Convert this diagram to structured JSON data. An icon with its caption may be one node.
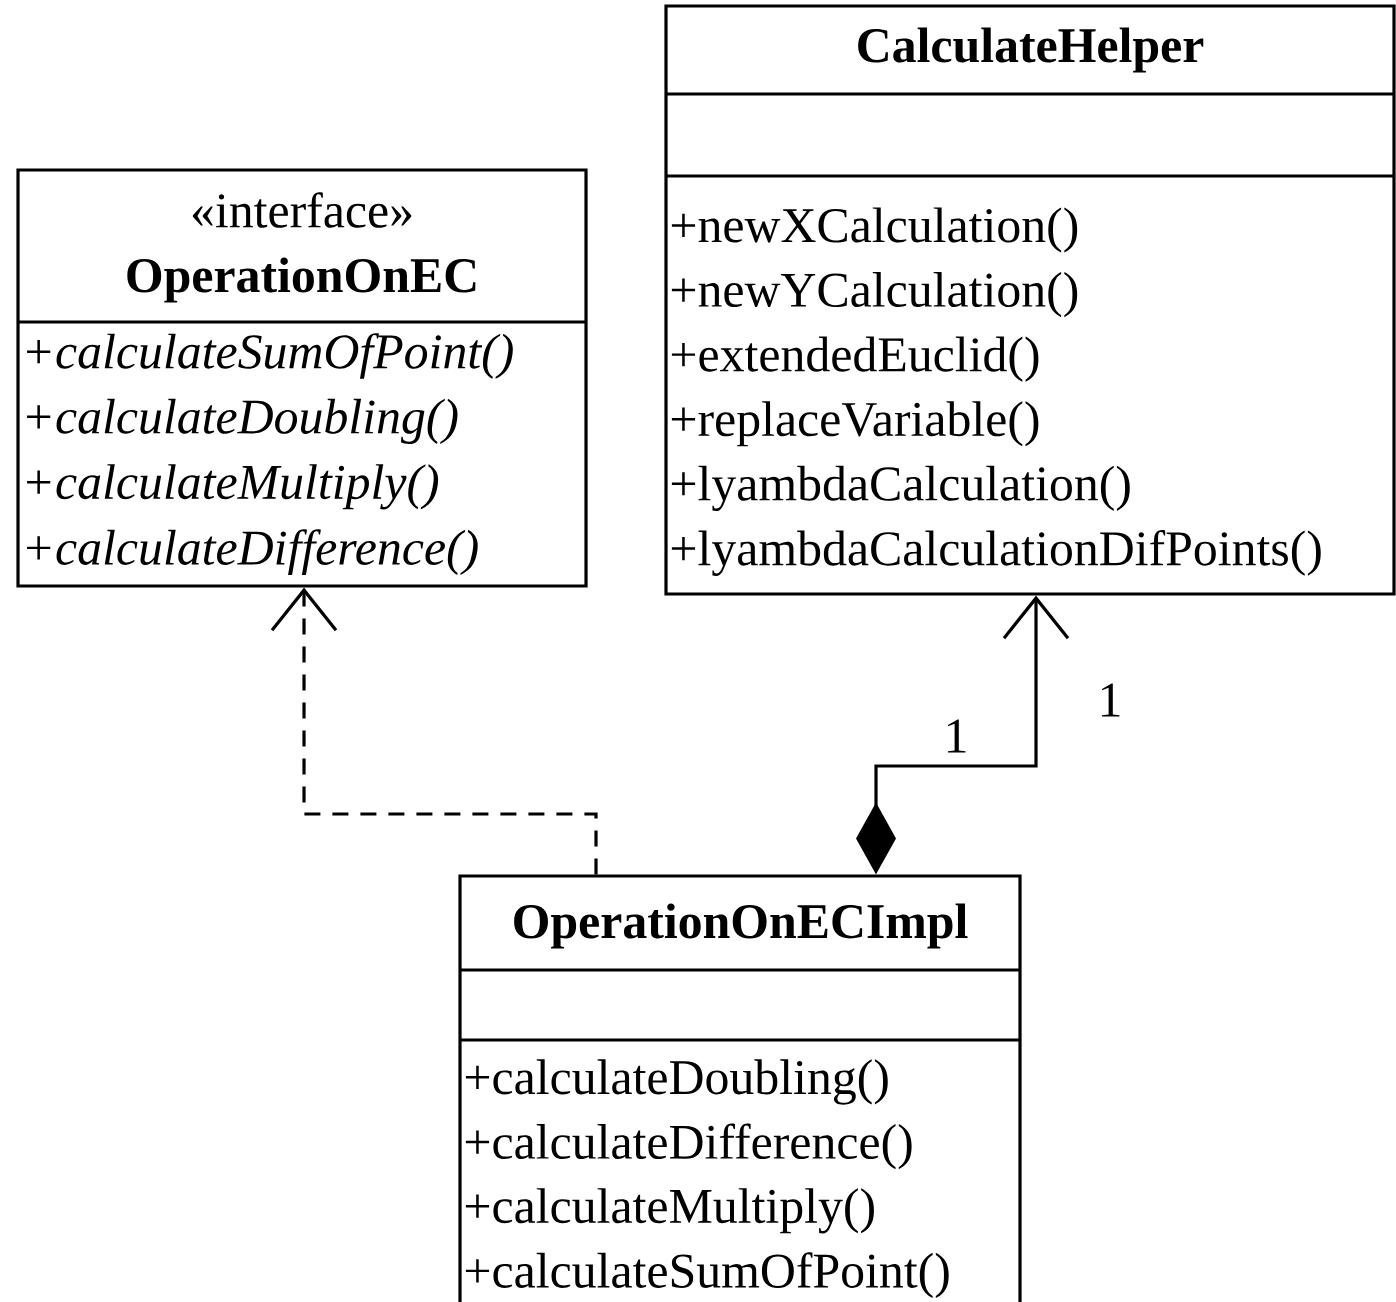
{
  "diagram": {
    "nodes": [
      {
        "text": [
          "«interface»",
          "OperationOnEC",
          "+calculateSumOfPoint()",
          "+calculateDoubling()",
          "+calculateMultiply()",
          "+calculateDifference()"
        ]
      },
      {
        "text": [
          "CalculateHelper",
          "+newXCalculation()",
          "+newYCalculation()",
          "+extendedEuclid()",
          "+replaceVariable()",
          "+lyambdaCalculation()",
          "+lyambdaCalculationDifPoints()"
        ]
      },
      {
        "text": [
          "OperationOnECImpl",
          "+calculateDoubling()",
          "+calculateDifference()",
          "+calculateMultiply()",
          "+calculateSumOfPoint()"
        ]
      }
    ],
    "edges": [
      {
        "from": 2,
        "to": 0,
        "arrow": "to",
        "style": "dashed"
      },
      {
        "from": 2,
        "to": 1,
        "arrow": "to"
      }
    ],
    "labels": [
      "1",
      "1"
    ]
  }
}
